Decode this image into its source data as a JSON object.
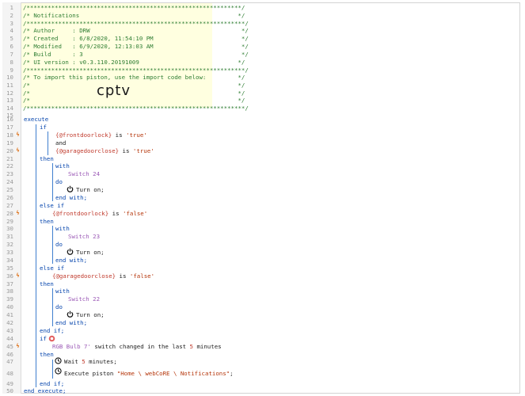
{
  "header": {
    "border": "/*************************************************************/",
    "border_short": "/**************************************************************/",
    "title": "/* Notifications                                             */",
    "author": "/* Author     : DRW                                           */",
    "created": "/* Created    : 6/8/2020, 11:54:10 PM                         */",
    "modified": "/* Modified   : 6/9/2020, 12:13:03 AM                         */",
    "build": "/* Build      : 3                                             */",
    "ui_version": "/* UI version : v0.3.110.20191009                            */",
    "import_note": "/* To import this piston, use the import code below:         */",
    "blank": "/*                                                           */",
    "import_code": "cptv"
  },
  "code": {
    "execute": "execute",
    "if": "if",
    "and": "and",
    "then": "then",
    "with": "with",
    "do": "do",
    "end_with": "end with;",
    "else_if": "else if",
    "end_if": "end if;",
    "end_execute": "end execute;",
    "var_frontdoorlock": "{@frontdoorlock}",
    "var_garagedoorclose": "{@garagedoorclose}",
    "is": " is ",
    "val_true": "'true'",
    "val_false": "'false'",
    "switch_24": "Switch 24",
    "switch_23": "Switch 23",
    "switch_22": "Switch 22",
    "turn_on": "Turn on;",
    "rgb_bulb": "RGB Bulb 7'",
    "switch_changed": " switch changed in the last ",
    "minutes_num": "5",
    "minutes_word": " minutes",
    "wait": "Wait ",
    "wait_num": "5",
    "wait_unit": " minutes;",
    "execute_piston": "Execute piston ",
    "piston_path": "\"Home \\ webCoRE \\ Notifications\"",
    "semicolon": ";"
  },
  "line_numbers": [
    "1",
    "2",
    "3",
    "4",
    "5",
    "6",
    "7",
    "8",
    "9",
    "10",
    "11",
    "12",
    "13",
    "14",
    "15",
    "16",
    "17",
    "18",
    "19",
    "20",
    "21",
    "22",
    "23",
    "24",
    "25",
    "26",
    "27",
    "28",
    "29",
    "30",
    "31",
    "32",
    "33",
    "34",
    "35",
    "36",
    "37",
    "38",
    "39",
    "40",
    "41",
    "42",
    "43",
    "44",
    "45",
    "46",
    "47",
    "48",
    "49",
    "50"
  ],
  "trigger_marker": "ϟ",
  "colors": {
    "comment": "#2e7d32",
    "keyword": "#0645ad",
    "device": "#9b59b6",
    "variable": "#c0392b",
    "string": "#b5360b",
    "comment_bg": "#ffffe0"
  },
  "icons": [
    "power-icon",
    "clock-icon",
    "condition-group-icon"
  ]
}
